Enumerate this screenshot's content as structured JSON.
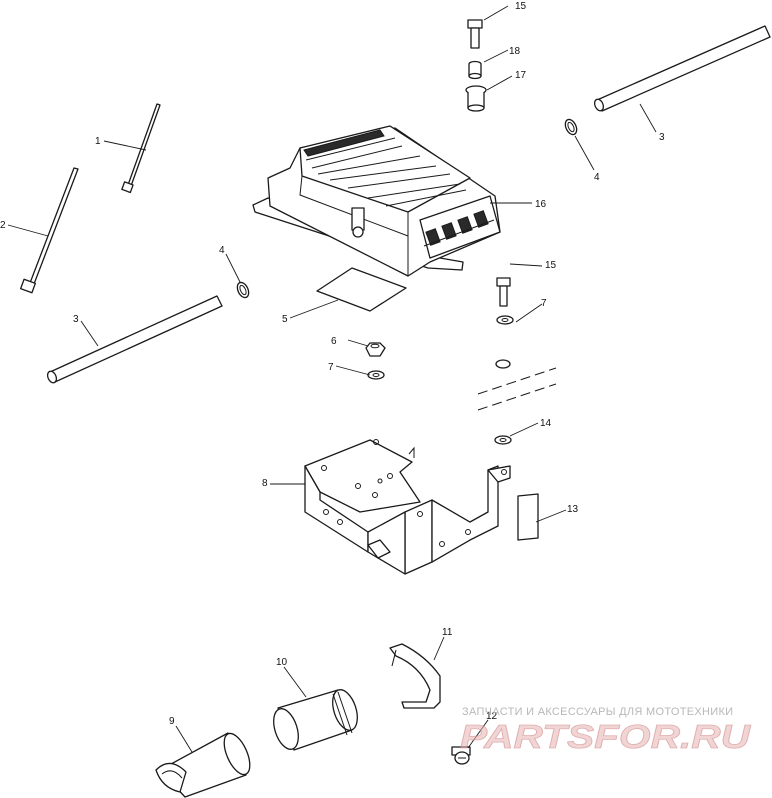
{
  "callouts": {
    "c1": "1",
    "c2": "2",
    "c3a": "3",
    "c3b": "3",
    "c4a": "4",
    "c4b": "4",
    "c5": "5",
    "c6": "6",
    "c7a": "7",
    "c7b": "7",
    "c8": "8",
    "c9": "9",
    "c10": "10",
    "c11": "11",
    "c12": "12",
    "c13": "13",
    "c14": "14",
    "c15a": "15",
    "c15b": "15",
    "c16": "16",
    "c17": "17",
    "c18": "18"
  },
  "watermark": {
    "caption": "ЗАПЧАСТИ И АКСЕССУАРЫ ДЛЯ МОТОТЕХНИКИ",
    "logo": "PARTSFOR.RU"
  },
  "colors": {
    "line": "#1a1a1a",
    "watermark": "#c9c9c9",
    "background": "#ffffff"
  }
}
